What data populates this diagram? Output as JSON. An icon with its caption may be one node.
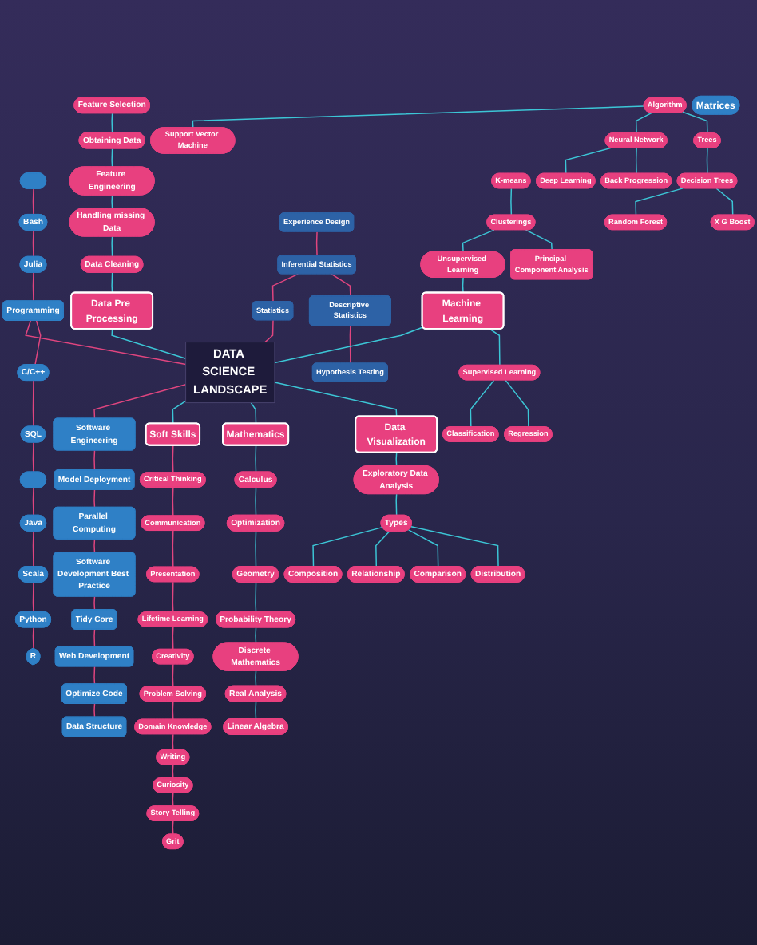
{
  "diagram": {
    "nodes": [
      {
        "text": [],
        "shape": "pill"
      },
      {
        "text": [
          "Bash"
        ]
      },
      {
        "text": [
          "Julia"
        ]
      },
      {
        "text": [
          "C/C++"
        ]
      },
      {
        "text": [
          "SQL"
        ]
      },
      {
        "text": [],
        "shape": "pill"
      },
      {
        "text": [
          "Java"
        ]
      },
      {
        "text": [
          "Scala"
        ]
      },
      {
        "text": [
          "Python"
        ]
      },
      {
        "text": [
          "R"
        ]
      },
      {
        "text": [
          "Programming"
        ]
      },
      {
        "text": [
          "Feature Selection"
        ]
      },
      {
        "text": [
          "Obtaining Data"
        ]
      },
      {
        "text": [
          "Feature Engineering"
        ]
      },
      {
        "text": [
          "Handling missing Data"
        ]
      },
      {
        "text": [
          "Data Cleaning"
        ]
      },
      {
        "text": [
          "Data Pre Processing"
        ]
      },
      {
        "text": [
          "Statistics"
        ]
      },
      {
        "text": [
          "Experience Design"
        ]
      },
      {
        "text": [
          "Inferential Statistics"
        ]
      },
      {
        "text": [
          "Descriptive Statistics"
        ]
      },
      {
        "text": [
          "Hypothesis Testing"
        ]
      },
      {
        "text": [
          "Software Engineering"
        ]
      },
      {
        "text": [
          "Model Deployment"
        ]
      },
      {
        "text": [
          "Parallel Computing"
        ]
      },
      {
        "text": [
          "Software Development Best Practice"
        ]
      },
      {
        "text": [
          "Tidy Core"
        ]
      },
      {
        "text": [
          "Web Development"
        ]
      },
      {
        "text": [
          "Optimize Code"
        ]
      },
      {
        "text": [
          "Data Structure"
        ]
      },
      {
        "text": [
          "DATA SCIENCE LANDSCAPE"
        ]
      },
      {
        "text": [
          "K-means"
        ]
      },
      {
        "text": [
          "Clusterings"
        ]
      },
      {
        "text": [
          "Principal Component Analysis"
        ]
      },
      {
        "text": [
          "Unsupervised Learning"
        ]
      },
      {
        "text": [
          "Machine Learning"
        ]
      },
      {
        "text": [
          "Classification"
        ]
      },
      {
        "text": [
          "Regression"
        ]
      },
      {
        "text": [
          "Supervised Learning"
        ]
      },
      {
        "text": [
          "Algorithm"
        ]
      },
      {
        "text": [
          "Deep Learning"
        ]
      },
      {
        "text": [
          "Back Progression"
        ]
      },
      {
        "text": [
          "Neural Network"
        ]
      },
      {
        "text": [
          "Support Vector Machine"
        ]
      },
      {
        "text": [
          "Trees"
        ]
      },
      {
        "text": [
          "Random Forest"
        ]
      },
      {
        "text": [
          "Decision Trees"
        ]
      },
      {
        "text": [
          "X G Boost"
        ]
      },
      {
        "text": [
          "Soft Skills"
        ]
      },
      {
        "text": [
          "Critical Thinking"
        ]
      },
      {
        "text": [
          "Communication"
        ]
      },
      {
        "text": [
          "Presentation"
        ]
      },
      {
        "text": [
          "Lifetime Learning"
        ]
      },
      {
        "text": [
          "Creativity"
        ]
      },
      {
        "text": [
          "Problem Solving"
        ]
      },
      {
        "text": [
          "Domain Knowledge"
        ]
      },
      {
        "text": [
          "Writing"
        ]
      },
      {
        "text": [
          "Curiosity"
        ]
      },
      {
        "text": [
          "Story Telling"
        ]
      },
      {
        "text": [
          "Grit"
        ]
      },
      {
        "text": [
          "Mathematics"
        ]
      },
      {
        "text": [
          "Calculus"
        ]
      },
      {
        "text": [
          "Optimization"
        ]
      },
      {
        "text": [
          "Geometry"
        ]
      },
      {
        "text": [
          "Probability Theory"
        ]
      },
      {
        "text": [
          "Discrete Mathematics"
        ]
      },
      {
        "text": [
          "Real Analysis"
        ]
      },
      {
        "text": [
          "Linear Algebra"
        ]
      },
      {
        "text": [
          "Matrices"
        ]
      },
      {
        "text": [
          "Data Visualization"
        ]
      },
      {
        "text": [
          "Exploratory Data Analysis"
        ]
      },
      {
        "text": [
          "Types"
        ]
      },
      {
        "text": [
          "Composition"
        ]
      },
      {
        "text": [
          "Relationship"
        ]
      },
      {
        "text": [
          "Comparison"
        ]
      },
      {
        "text": [
          "Distribution"
        ]
      }
    ],
    "edges": [
      {
        "from": 11,
        "to": 12,
        "arrow": "none"
      },
      {
        "from": 12,
        "to": 13,
        "arrow": "none"
      },
      {
        "from": 13,
        "to": 14,
        "arrow": "none"
      },
      {
        "from": 14,
        "to": 15,
        "arrow": "none"
      },
      {
        "from": 15,
        "to": 16,
        "arrow": "none"
      },
      {
        "from": 16,
        "to": 30,
        "arrow": "none"
      },
      {
        "from": 10,
        "to": 30,
        "arrow": "none",
        "color": "#e0457f"
      },
      {
        "from": 0,
        "to": 1,
        "arrow": "none",
        "color": "#e0457f"
      },
      {
        "from": 1,
        "to": 2,
        "arrow": "none",
        "color": "#e0457f"
      },
      {
        "from": 2,
        "to": 10,
        "arrow": "none",
        "color": "#e0457f"
      },
      {
        "from": 10,
        "to": 3,
        "arrow": "none",
        "color": "#e0457f"
      },
      {
        "from": 3,
        "to": 4,
        "arrow": "none",
        "color": "#e0457f"
      },
      {
        "from": 4,
        "to": 5,
        "arrow": "none",
        "color": "#e0457f"
      },
      {
        "from": 5,
        "to": 6,
        "arrow": "none",
        "color": "#e0457f"
      },
      {
        "from": 6,
        "to": 7,
        "arrow": "none",
        "color": "#e0457f"
      },
      {
        "from": 7,
        "to": 8,
        "arrow": "none",
        "color": "#e0457f"
      },
      {
        "from": 8,
        "to": 9,
        "arrow": "none",
        "color": "#e0457f"
      },
      {
        "from": 17,
        "to": 30,
        "arrow": "none",
        "color": "#e0457f"
      },
      {
        "from": 19,
        "to": 17,
        "arrow": "none",
        "color": "#e0457f"
      },
      {
        "from": 18,
        "to": 19,
        "arrow": "none",
        "color": "#e0457f"
      },
      {
        "from": 19,
        "to": 20,
        "arrow": "none",
        "color": "#e0457f"
      },
      {
        "from": 20,
        "to": 21,
        "arrow": "none",
        "color": "#e0457f"
      },
      {
        "from": 30,
        "to": 22,
        "arrow": "none",
        "color": "#e0457f"
      },
      {
        "from": 22,
        "to": 23,
        "arrow": "none",
        "color": "#e0457f"
      },
      {
        "from": 23,
        "to": 24,
        "arrow": "none",
        "color": "#e0457f"
      },
      {
        "from": 24,
        "to": 25,
        "arrow": "none",
        "color": "#e0457f"
      },
      {
        "from": 25,
        "to": 26,
        "arrow": "none",
        "color": "#e0457f"
      },
      {
        "from": 26,
        "to": 27,
        "arrow": "none",
        "color": "#e0457f"
      },
      {
        "from": 27,
        "to": 28,
        "arrow": "none",
        "color": "#e0457f"
      },
      {
        "from": 28,
        "to": 29,
        "arrow": "none",
        "color": "#e0457f"
      },
      {
        "from": 35,
        "to": 30,
        "arrow": "none"
      },
      {
        "from": 34,
        "to": 35,
        "arrow": "none"
      },
      {
        "from": 32,
        "to": 34,
        "arrow": "none"
      },
      {
        "from": 31,
        "to": 32,
        "arrow": "none"
      },
      {
        "from": 32,
        "to": 33,
        "arrow": "none"
      },
      {
        "from": 35,
        "to": 38,
        "arrow": "none"
      },
      {
        "from": 38,
        "to": 36,
        "arrow": "none"
      },
      {
        "from": 38,
        "to": 37,
        "arrow": "none"
      },
      {
        "from": 39,
        "to": 43,
        "arrow": "none"
      },
      {
        "from": 39,
        "to": 42,
        "arrow": "none"
      },
      {
        "from": 39,
        "to": 44,
        "arrow": "none"
      },
      {
        "from": 42,
        "to": 40,
        "arrow": "none"
      },
      {
        "from": 42,
        "to": 41,
        "arrow": "none"
      },
      {
        "from": 44,
        "to": 46,
        "arrow": "none"
      },
      {
        "from": 46,
        "to": 45,
        "arrow": "none"
      },
      {
        "from": 46,
        "to": 47,
        "arrow": "none"
      },
      {
        "from": 30,
        "to": 48,
        "arrow": "none"
      },
      {
        "from": 48,
        "to": 49,
        "arrow": "none",
        "color": "#e0457f"
      },
      {
        "from": 49,
        "to": 50,
        "arrow": "none",
        "color": "#e0457f"
      },
      {
        "from": 50,
        "to": 51,
        "arrow": "none",
        "color": "#e0457f"
      },
      {
        "from": 51,
        "to": 52,
        "arrow": "none",
        "color": "#e0457f"
      },
      {
        "from": 52,
        "to": 53,
        "arrow": "none",
        "color": "#e0457f"
      },
      {
        "from": 53,
        "to": 54,
        "arrow": "none",
        "color": "#e0457f"
      },
      {
        "from": 54,
        "to": 55,
        "arrow": "none",
        "color": "#e0457f"
      },
      {
        "from": 55,
        "to": 56,
        "arrow": "none",
        "color": "#e0457f"
      },
      {
        "from": 56,
        "to": 57,
        "arrow": "none",
        "color": "#e0457f"
      },
      {
        "from": 57,
        "to": 58,
        "arrow": "none",
        "color": "#e0457f"
      },
      {
        "from": 58,
        "to": 59,
        "arrow": "none",
        "color": "#e0457f"
      },
      {
        "from": 30,
        "to": 60,
        "arrow": "none"
      },
      {
        "from": 60,
        "to": 61,
        "arrow": "none"
      },
      {
        "from": 61,
        "to": 62,
        "arrow": "none"
      },
      {
        "from": 62,
        "to": 63,
        "arrow": "none"
      },
      {
        "from": 63,
        "to": 64,
        "arrow": "none"
      },
      {
        "from": 64,
        "to": 65,
        "arrow": "none"
      },
      {
        "from": 65,
        "to": 66,
        "arrow": "none"
      },
      {
        "from": 66,
        "to": 67,
        "arrow": "none"
      },
      {
        "from": 30,
        "to": 69,
        "arrow": "none"
      },
      {
        "from": 69,
        "to": 70,
        "arrow": "none"
      },
      {
        "from": 70,
        "to": 71,
        "arrow": "none"
      },
      {
        "from": 71,
        "to": 72,
        "arrow": "none"
      },
      {
        "from": 71,
        "to": 73,
        "arrow": "none"
      },
      {
        "from": 71,
        "to": 74,
        "arrow": "none"
      },
      {
        "from": 71,
        "to": 75,
        "arrow": "none"
      }
    ]
  }
}
